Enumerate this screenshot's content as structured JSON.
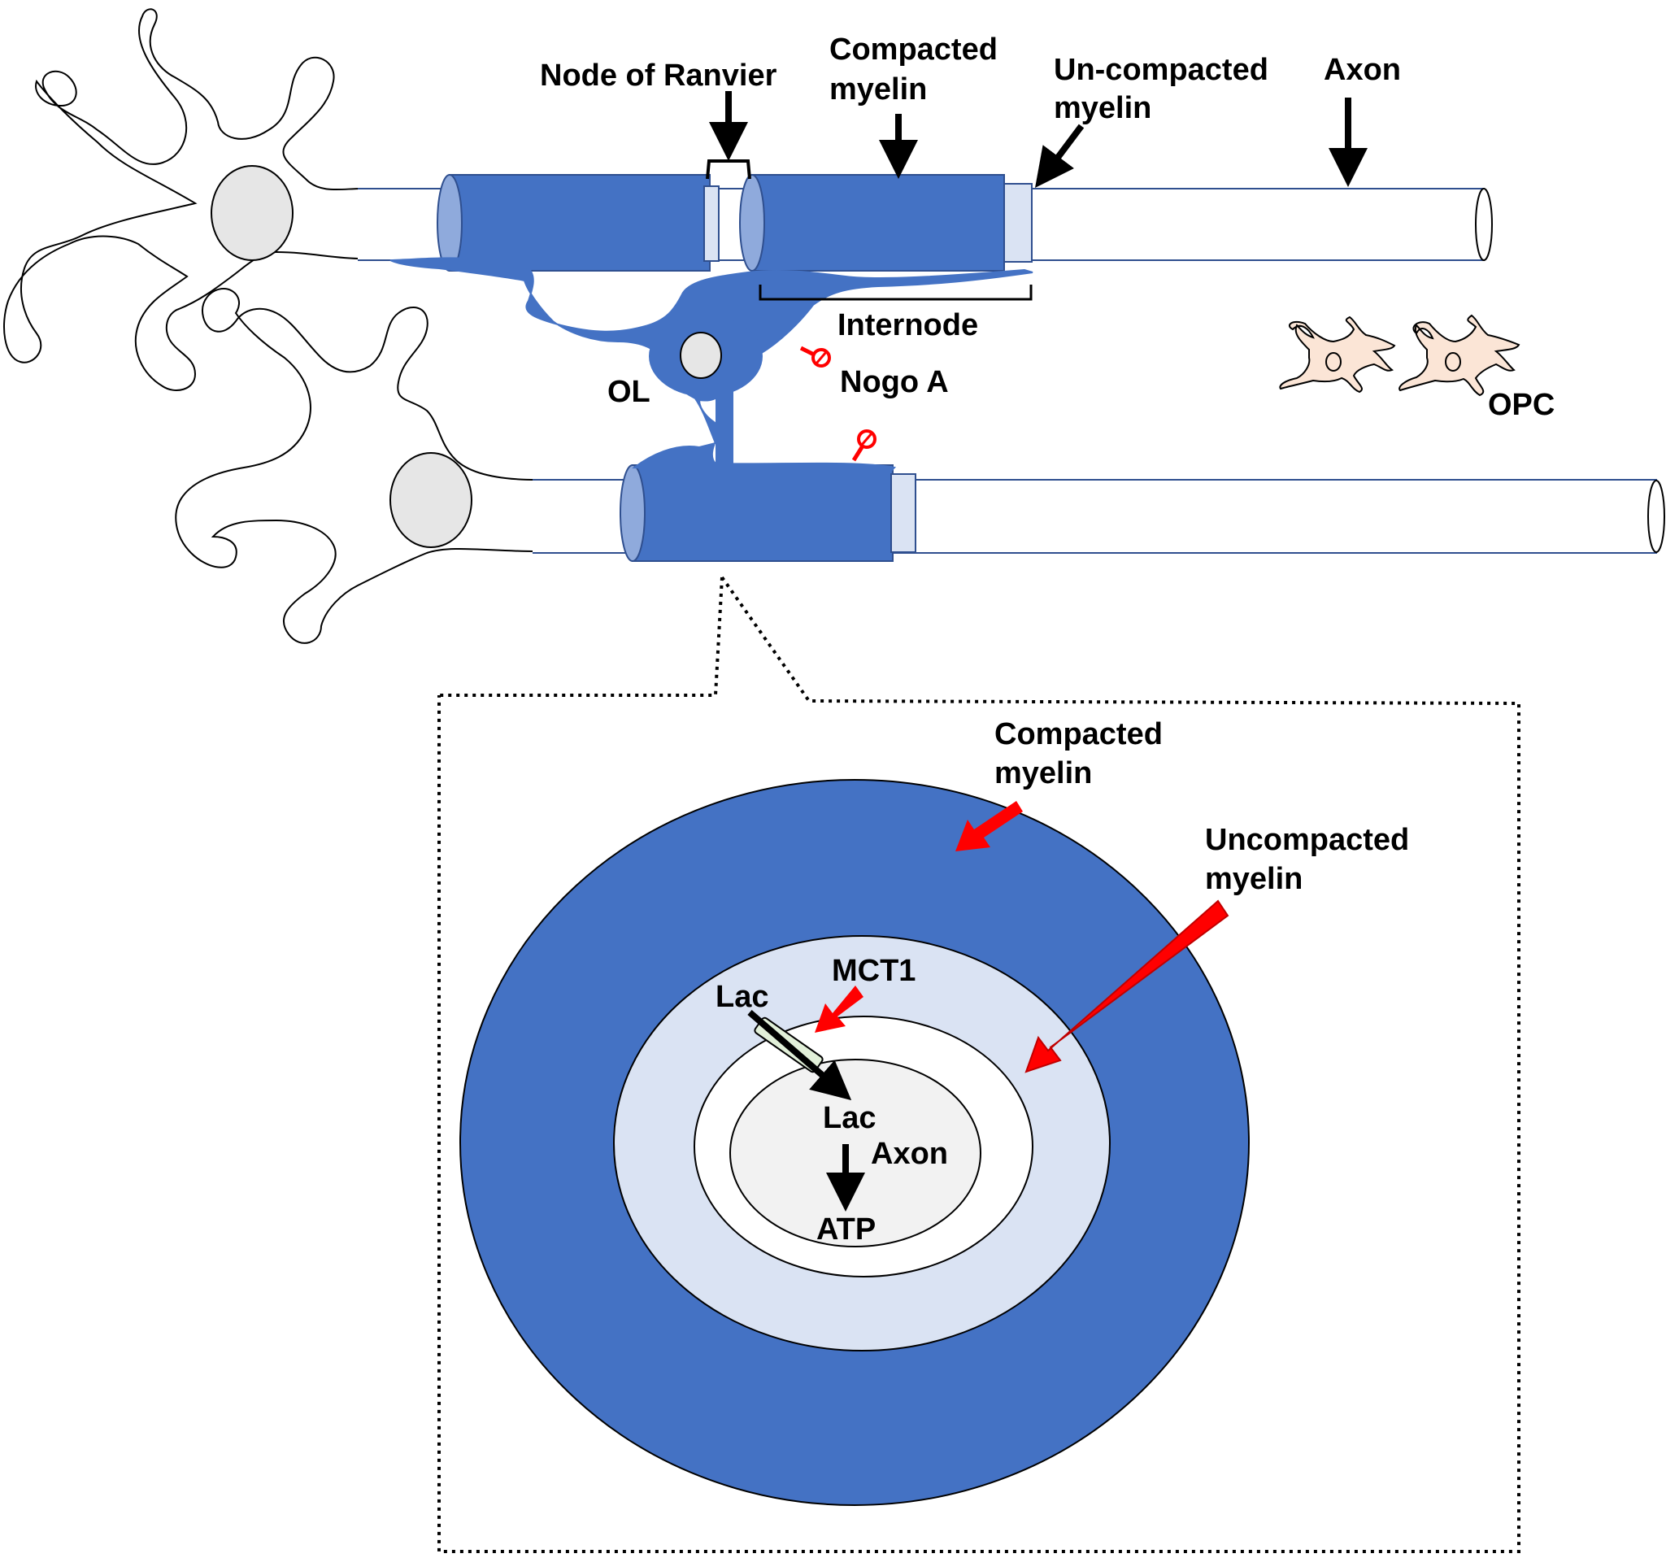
{
  "labels": {
    "node_of_ranvier": "Node of Ranvier",
    "compacted_myelin_top_1": "Compacted",
    "compacted_myelin_top_2": "myelin",
    "uncompacted_myelin_top_1": "Un-compacted",
    "uncompacted_myelin_top_2": "myelin",
    "axon_top": "Axon",
    "internode": "Internode",
    "nogo_a": "Nogo A",
    "ol": "OL",
    "opc": "OPC",
    "compacted_myelin_inset_1": "Compacted",
    "compacted_myelin_inset_2": "myelin",
    "uncompacted_myelin_inset_1": "Uncompacted",
    "uncompacted_myelin_inset_2": "myelin",
    "mct1": "MCT1",
    "lac_outside": "Lac",
    "lac_inside": "Lac",
    "axon_inset": "Axon",
    "atp": "ATP"
  },
  "colors": {
    "compacted_myelin": "#4472c4",
    "compacted_myelin_end": "#8faadc",
    "uncompacted_myelin": "#dae3f3",
    "axon_core": "#f2f2f2",
    "nucleus": "#e6e6e6",
    "opc_fill": "#fbe5d6",
    "red_arrow": "#ff0000",
    "nogo": "#ff0000",
    "transporter": "#e2f0d9",
    "outline": "#000000"
  }
}
